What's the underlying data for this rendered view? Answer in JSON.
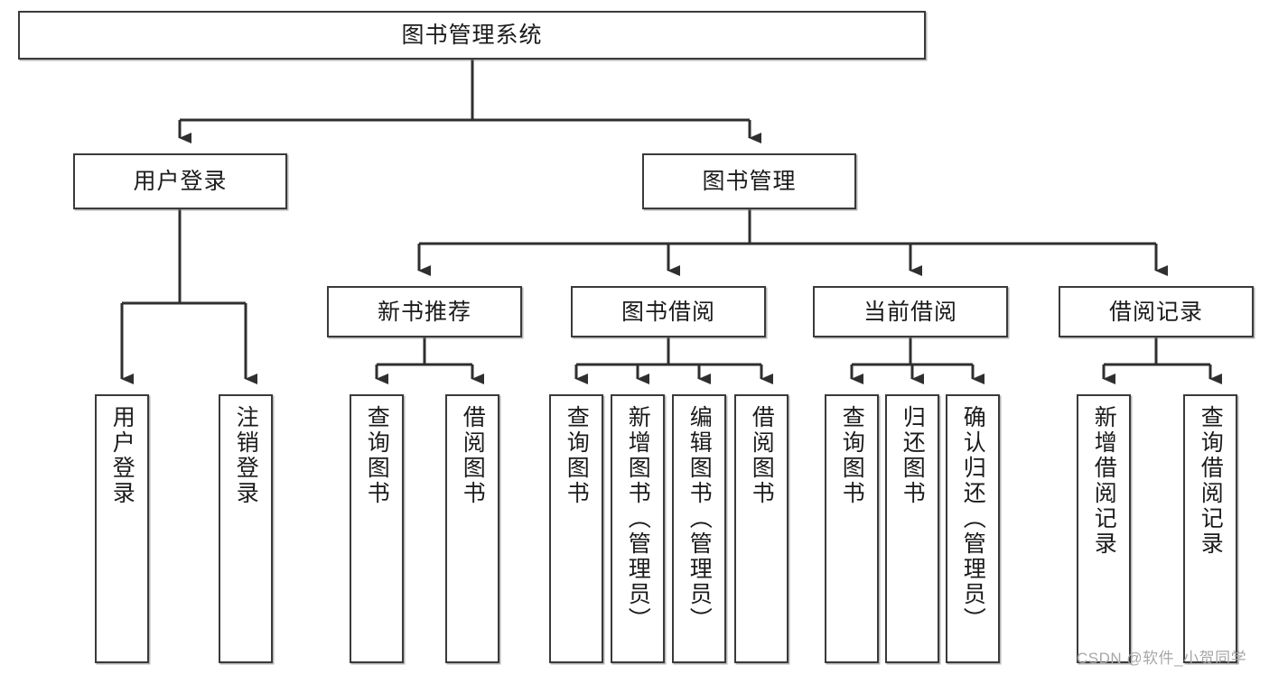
{
  "diagram": {
    "title": "图书管理系统",
    "type": "功能结构图",
    "root": {
      "label": "图书管理系统"
    },
    "level1": [
      {
        "id": "user-login",
        "label": "用户登录"
      },
      {
        "id": "book-management",
        "label": "图书管理"
      }
    ],
    "level2": [
      {
        "id": "new-book-recommend",
        "label": "新书推荐",
        "parent": "book-management"
      },
      {
        "id": "book-borrow",
        "label": "图书借阅",
        "parent": "book-management"
      },
      {
        "id": "current-borrow",
        "label": "当前借阅",
        "parent": "book-management"
      },
      {
        "id": "borrow-record",
        "label": "借阅记录",
        "parent": "book-management"
      }
    ],
    "leaves": [
      {
        "id": "leaf-user-login",
        "label": "用户登录",
        "parent": "user-login"
      },
      {
        "id": "leaf-logout",
        "label": "注销登录",
        "parent": "user-login"
      },
      {
        "id": "leaf-query-book-1",
        "label": "查询图书",
        "parent": "new-book-recommend"
      },
      {
        "id": "leaf-borrow-book-1",
        "label": "借阅图书",
        "parent": "new-book-recommend"
      },
      {
        "id": "leaf-query-book-2",
        "label": "查询图书",
        "parent": "book-borrow"
      },
      {
        "id": "leaf-add-book",
        "label": "新增图书（管理员）",
        "parent": "book-borrow"
      },
      {
        "id": "leaf-edit-book",
        "label": "编辑图书（管理员）",
        "parent": "book-borrow"
      },
      {
        "id": "leaf-borrow-book-2",
        "label": "借阅图书",
        "parent": "book-borrow"
      },
      {
        "id": "leaf-query-book-3",
        "label": "查询图书",
        "parent": "current-borrow"
      },
      {
        "id": "leaf-return-book",
        "label": "归还图书",
        "parent": "current-borrow"
      },
      {
        "id": "leaf-confirm-return",
        "label": "确认归还（管理员）",
        "parent": "current-borrow"
      },
      {
        "id": "leaf-add-record",
        "label": "新增借阅记录",
        "parent": "borrow-record"
      },
      {
        "id": "leaf-query-record",
        "label": "查询借阅记录",
        "parent": "borrow-record"
      }
    ],
    "colors": {
      "box_border": "#3a3a3a",
      "box_fill": "#ffffff",
      "connector": "#2f2f2f",
      "text": "#1b1b1b",
      "watermark": "#a7a7a7"
    }
  },
  "watermark": {
    "text": "CSDN @软件_小贺同学"
  }
}
